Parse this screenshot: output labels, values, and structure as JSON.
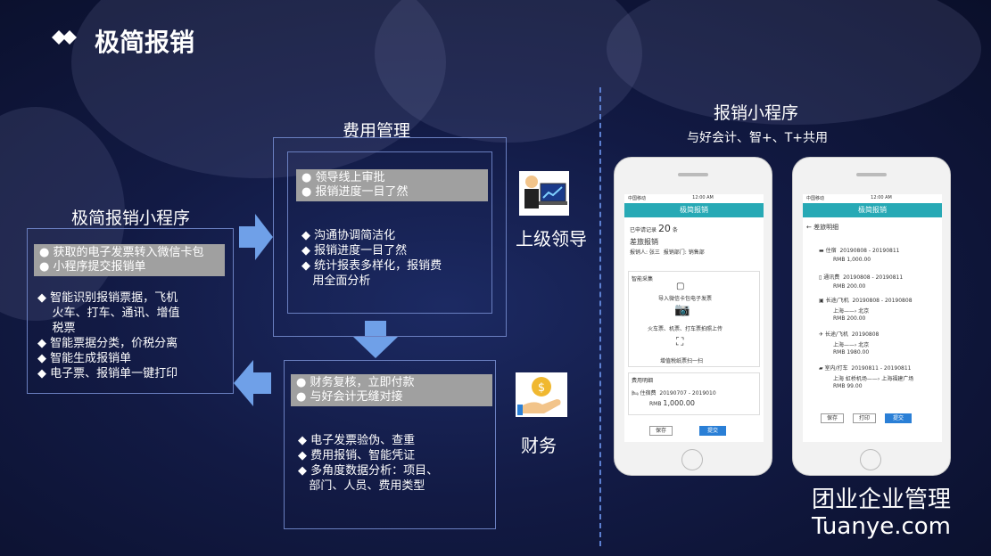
{
  "header": {
    "title": "极简报销"
  },
  "left": {
    "title": "极简报销小程序",
    "highlights": [
      "获取的电子发票转入微信卡包",
      "小程序提交报销单"
    ],
    "features": [
      "智能识别报销票据，飞机",
      "火车、打车、通讯、增值",
      "税票",
      "智能票据分类，价税分离",
      "智能生成报销单",
      "电子票、报销单一键打印"
    ]
  },
  "middle": {
    "title": "费用管理",
    "top_highlights": [
      "领导线上审批",
      "报销进度一目了然"
    ],
    "top_features": [
      "沟通协调简洁化",
      "报销进度一目了然",
      "统计报表多样化，报销费",
      "用全面分析"
    ],
    "bottom_highlights": [
      "财务复核，立即付款",
      "与好会计无缝对接"
    ],
    "bottom_features": [
      "电子发票验伪、查重",
      "费用报销、智能凭证",
      "多角度数据分析：项目、",
      "部门、人员、费用类型"
    ]
  },
  "roles": {
    "leader": "上级领导",
    "finance": "财务"
  },
  "right": {
    "title": "报销小程序",
    "subtitle": "与好会计、智+、T+共用"
  },
  "phone1": {
    "carrier": "中国移动",
    "time": "12:00 AM",
    "app": "极简报销",
    "count_label": "已申请记录",
    "count": "20",
    "count_unit": "条",
    "report": "差旅报销",
    "applicant": "报销人: 张三",
    "dept": "报销部门: 销售部",
    "smart": "智能采集",
    "wechat": "导入微信卡包电子发票",
    "ocr": "火车票、机票、打车票拍照上传",
    "scan": "增值税纸票扫一扫",
    "detail": "费用明细",
    "hotel": "住宿费",
    "dates": "20190707 - 2019010",
    "amount_label": "RMB",
    "amount": "1,000.00",
    "save": "保存",
    "submit": "提交"
  },
  "phone2": {
    "carrier": "中国移动",
    "time": "12:00 AM",
    "app": "极简报销",
    "back": "差旅明细",
    "items": [
      {
        "type": "住宿",
        "dates": "20190808 - 20190811",
        "route": "",
        "amount": "RMB 1,000.00"
      },
      {
        "type": "通讯费",
        "dates": "20190808 - 20190811",
        "route": "",
        "amount": "RMB 200.00"
      },
      {
        "type": "长途/飞机",
        "dates": "20190808 - 20190808",
        "route": "上海——› 北京",
        "amount": "RMB 200.00"
      },
      {
        "type": "长途/飞机",
        "dates": "20190808",
        "route": "上海——› 北京",
        "amount": "RMB 1980.00"
      },
      {
        "type": "室内/打车",
        "dates": "20190811 - 20190811",
        "route": "上海 虹桥机场——› 上海福建广场",
        "amount": "RMB 99.00"
      }
    ],
    "save": "保存",
    "print": "打印",
    "submit": "提交"
  },
  "brand": {
    "cn": "团业企业管理",
    "en": "Tuanye.com"
  }
}
